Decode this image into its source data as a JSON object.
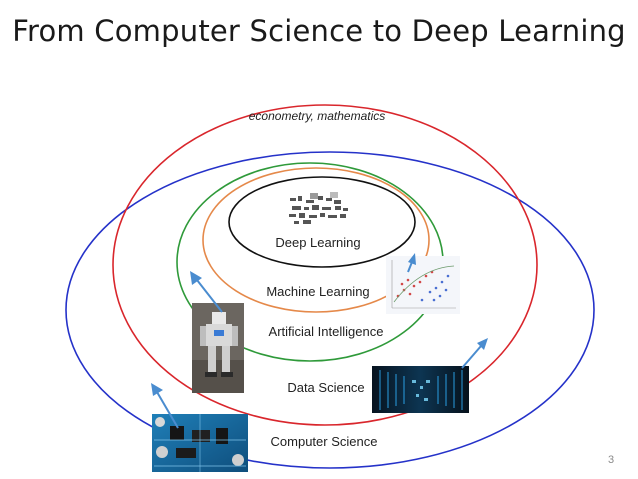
{
  "slide": {
    "title": "From Computer Science to Deep Learning",
    "page_number": "3"
  },
  "diagram": {
    "outer_note": "econometry, mathematics",
    "layers": [
      {
        "label": "Deep Learning",
        "color": "#111111"
      },
      {
        "label": "Machine Learning",
        "color": "#e5894a"
      },
      {
        "label": "Artificial Intelligence",
        "color": "#2f9a3a"
      },
      {
        "label": "Data Science",
        "color": "#d9262c"
      },
      {
        "label": "Computer Science",
        "color": "#2532c9"
      }
    ],
    "arrow_color": "#4a8ccf",
    "images": [
      {
        "name": "circuit-board-image",
        "icon": "circuit-board"
      },
      {
        "name": "robot-image",
        "icon": "humanoid-robot"
      },
      {
        "name": "data-center-image",
        "icon": "server-room"
      },
      {
        "name": "scatter-plot-image",
        "icon": "scatter-plot"
      },
      {
        "name": "network-pattern-image",
        "icon": "neural-network-pattern"
      }
    ]
  }
}
